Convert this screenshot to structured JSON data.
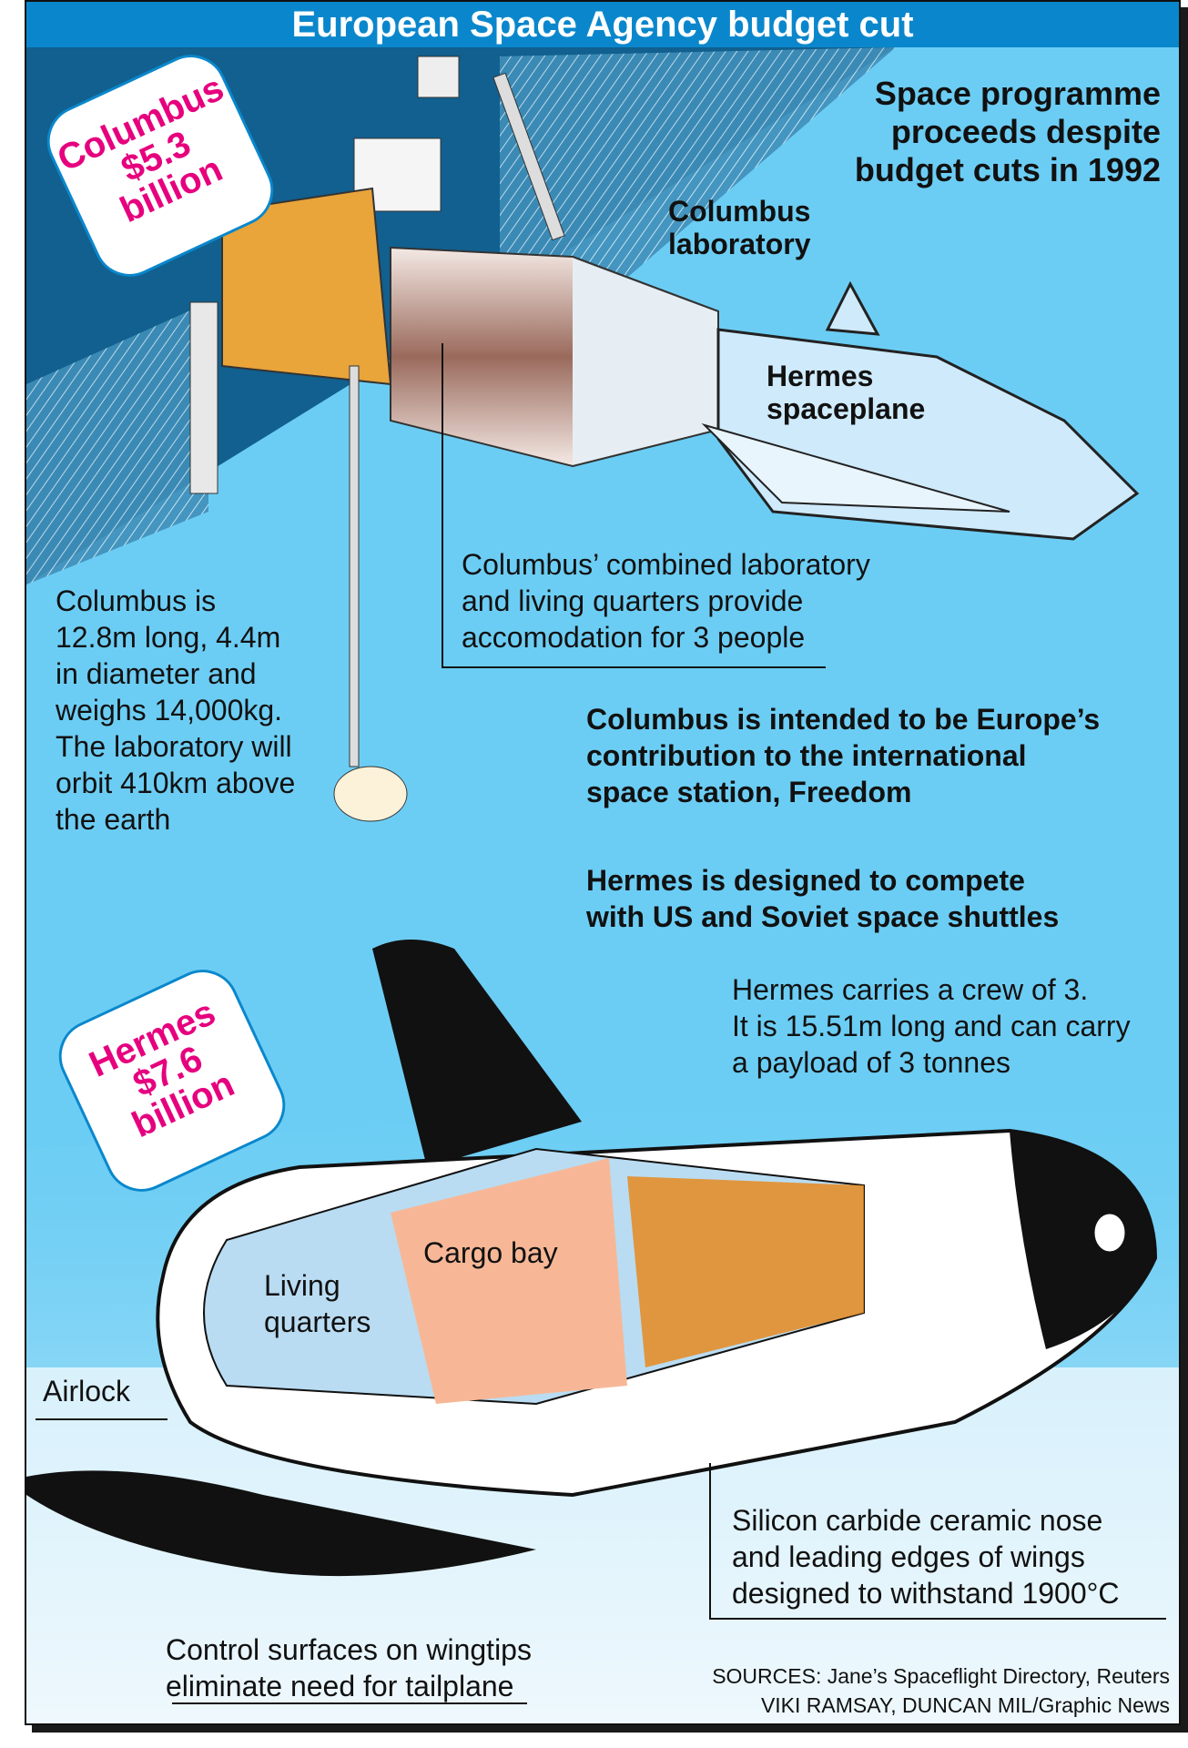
{
  "header": {
    "title": "European Space Agency budget cut"
  },
  "headline": "Space programme\nproceeds despite\nbudget cuts in 1992",
  "labels": {
    "columbus_lab": "Columbus\nlaboratory",
    "hermes_spaceplane": "Hermes\nspaceplane",
    "cargo_bay": "Cargo bay",
    "living_quarters": "Living\nquarters",
    "airlock": "Airlock"
  },
  "tags": {
    "columbus": {
      "name": "Columbus",
      "cost": "$5.3",
      "unit": "billion"
    },
    "hermes": {
      "name": "Hermes",
      "cost": "$7.6",
      "unit": "billion"
    }
  },
  "notes": {
    "columbus_specs": "Columbus is\n12.8m long, 4.4m\nin diameter and\nweighs 14,000kg.\nThe laboratory will\norbit 410km above\nthe earth",
    "columbus_quarters": "Columbus’ combined laboratory\nand living quarters provide\naccomodation for 3 people",
    "columbus_intent": "Columbus is intended to be Europe’s\ncontribution to the international\nspace station, Freedom",
    "hermes_compete": "Hermes is designed to compete\nwith US and Soviet space shuttles",
    "hermes_specs": "Hermes carries a crew of 3.\nIt is 15.51m long and can carry\na payload of 3 tonnes",
    "nose": "Silicon carbide ceramic nose\nand leading edges of wings\ndesigned to withstand 1900°C",
    "wingtips": "Control surfaces on wingtips\neliminate need for tailplane"
  },
  "credits": {
    "sources": "SOURCES: Jane’s Spaceflight Directory, Reuters",
    "authors": "VIKI RAMSAY, DUNCAN MIL/Graphic News"
  },
  "colors": {
    "header": "#0a87cc",
    "sky": "#6ccdf4",
    "tag_text": "#e6007e"
  }
}
